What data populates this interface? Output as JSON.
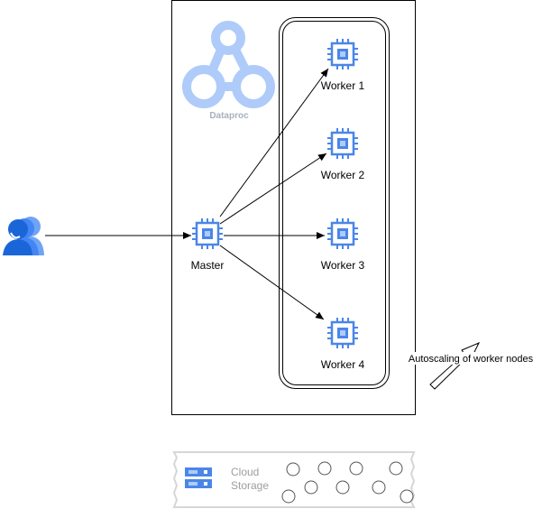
{
  "product": {
    "name": "Dataproc"
  },
  "nodes": {
    "master": {
      "label": "Master"
    },
    "workers": [
      {
        "label": "Worker 1"
      },
      {
        "label": "Worker 2"
      },
      {
        "label": "Worker 3"
      },
      {
        "label": "Worker 4"
      }
    ]
  },
  "annotation": {
    "autoscaling": "Autoscaling of worker nodes"
  },
  "storage": {
    "line1": "Cloud",
    "line2": "Storage"
  },
  "colors": {
    "chip": "#4a86e8",
    "chip_core": "#aecbfa",
    "logo": "#aecbfa",
    "brand_text": "#a8b1bb",
    "storage_text": "#9e9e9e",
    "users": "#4285f4"
  },
  "icons": [
    "users-icon",
    "dataproc-logo-icon",
    "chip-icon",
    "storage-icon"
  ]
}
